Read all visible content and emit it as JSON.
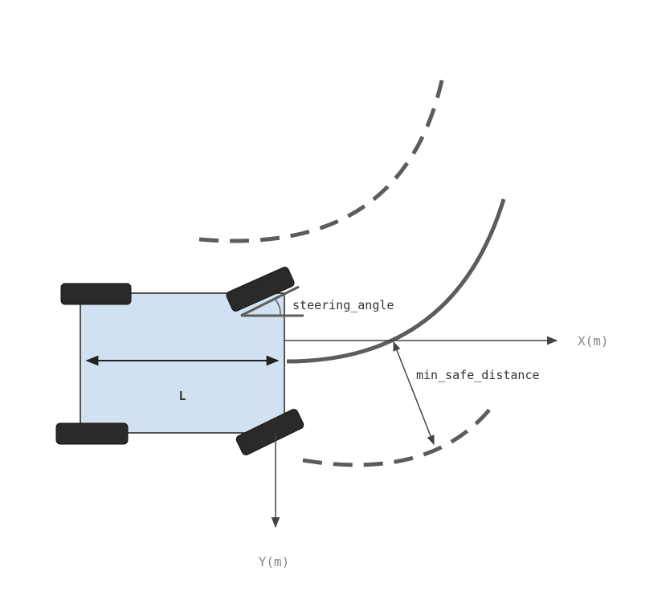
{
  "diagram": {
    "labels": {
      "wheelbase": "L",
      "steering_angle": "steering_angle",
      "min_safe_distance": "min_safe_distance",
      "x_axis": "X(m)",
      "y_axis": "Y(m)"
    },
    "colors": {
      "body_fill": "#d2e1f1",
      "body_stroke": "#222222",
      "wheel_fill": "#2a2a2a",
      "path_stroke": "#5c5c5c",
      "axis_stroke": "#444444",
      "axis_label": "#888888",
      "text": "#333333",
      "background": "#ffffff"
    }
  }
}
